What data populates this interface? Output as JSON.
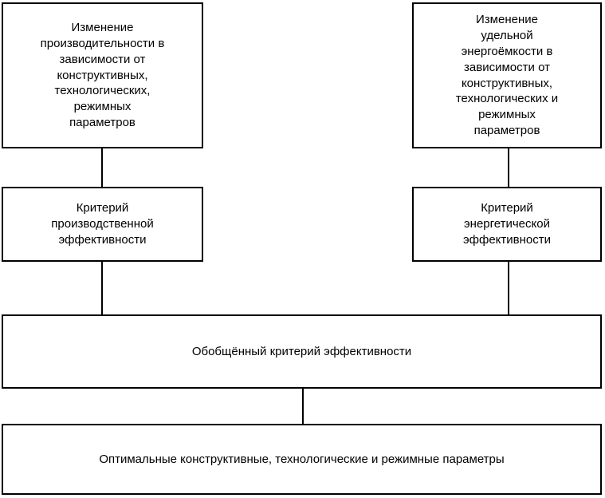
{
  "diagram": {
    "type": "flowchart",
    "orientation": "top-down",
    "background_color": "#ffffff",
    "line_color": "#000000",
    "nodes": {
      "performance_change": {
        "label": "Изменение\nпроизводительности в\nзависимости от\nконструктивных,\nтехнологических,\nрежимных\nпараметров"
      },
      "energy_intensity_change": {
        "label": "Изменение\nудельной\nэнергоёмкости в\nзависимости от\nконструктивных,\nтехнологических и\nрежимных\nпараметров"
      },
      "production_efficiency_criterion": {
        "label": "Критерий\nпроизводственной\nэффективности"
      },
      "energy_efficiency_criterion": {
        "label": "Критерий\nэнергетической\nэффективности"
      },
      "generalized_criterion": {
        "label": "Обобщённый критерий эффективности"
      },
      "optimal_parameters": {
        "label": "Оптимальные конструктивные, технологические и режимные параметры"
      }
    }
  }
}
